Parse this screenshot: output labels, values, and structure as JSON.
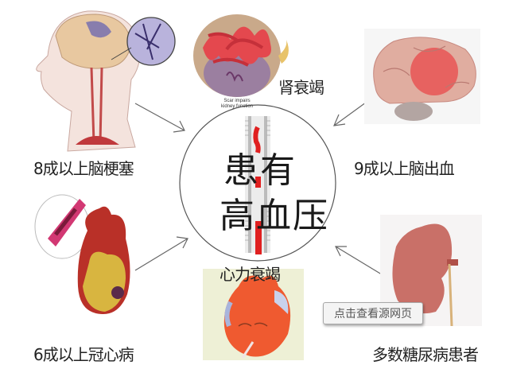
{
  "center": {
    "line1": "患有",
    "line2": "高血压"
  },
  "labels": {
    "kidney_failure": "肾衰竭",
    "cerebral_infarction": "8成以上脑梗塞",
    "cerebral_hemorrhage": "9成以上脑出血",
    "heart_failure": "心力衰竭",
    "coronary_heart_disease": "6成以上冠心病",
    "diabetes": "多数糖尿病患者"
  },
  "image_captions": {
    "kidney_scar_line1": "Scar impairs",
    "kidney_scar_line2": "kidney function"
  },
  "source_button": {
    "label": "点击查看源网页"
  },
  "colors": {
    "circle": "#555555",
    "arrow": "#666666",
    "mercury": "#e02020",
    "text": "#222222"
  }
}
